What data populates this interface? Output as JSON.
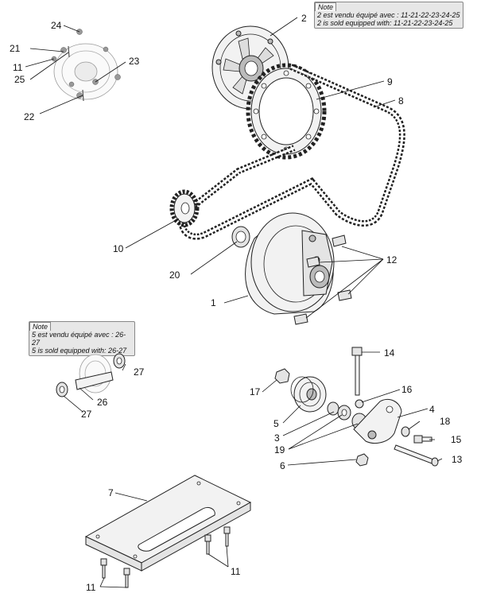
{
  "notes": [
    {
      "title": "Note",
      "line1": "2 est vendu équipé avec : 11-21-22-23-24-25",
      "line2": "2 is sold equipped with: 11-21-22-23-24-25"
    },
    {
      "title": "Note",
      "line1": "5 est vendu équipé avec : 26-27",
      "line2": "5 is sold equipped with: 26-27"
    }
  ],
  "labels": {
    "l1": "1",
    "l2": "2",
    "l3": "3",
    "l4": "4",
    "l5": "5",
    "l6": "6",
    "l7": "7",
    "l8": "8",
    "l9": "9",
    "l10": "10",
    "l11a": "11",
    "l11b": "11",
    "l11c": "11",
    "l12": "12",
    "l13": "13",
    "l14": "14",
    "l15": "15",
    "l16": "16",
    "l17": "17",
    "l18": "18",
    "l19": "19",
    "l20": "20",
    "l21": "21",
    "l22": "22",
    "l23": "23",
    "l24": "24",
    "l25": "25",
    "l26": "26",
    "l27a": "27",
    "l27b": "27"
  }
}
